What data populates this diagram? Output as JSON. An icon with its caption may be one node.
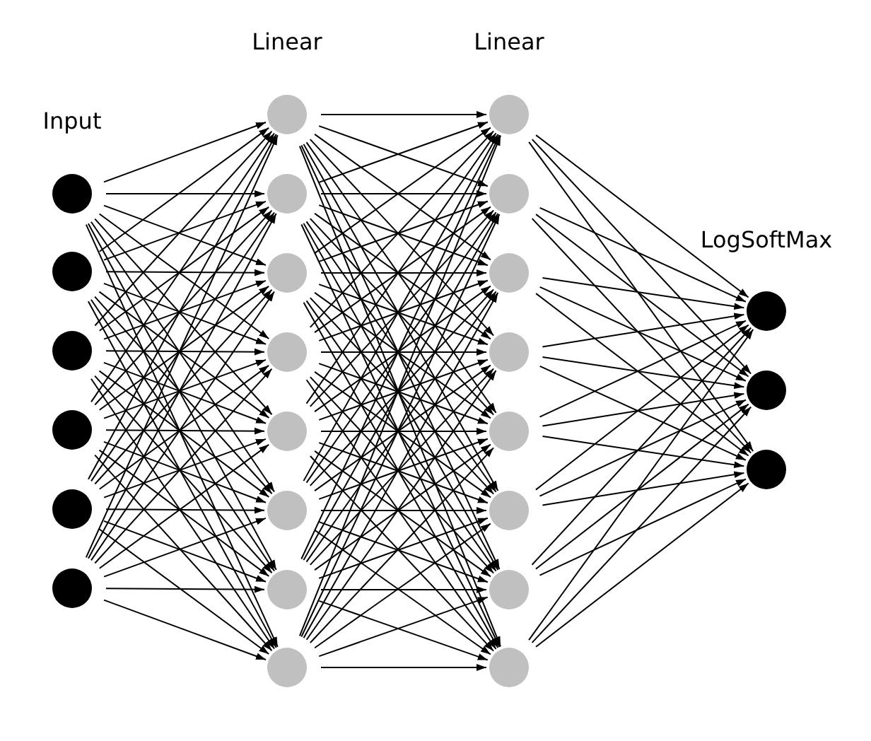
{
  "diagram": {
    "nodes": [
      {
        "text": [],
        "shape": "circle"
      },
      {
        "text": [],
        "shape": "circle"
      },
      {
        "text": [],
        "shape": "circle"
      },
      {
        "text": [],
        "shape": "circle"
      },
      {
        "text": [],
        "shape": "circle"
      },
      {
        "text": [],
        "shape": "circle"
      },
      {
        "text": [],
        "shape": "circle"
      },
      {
        "text": [],
        "shape": "circle"
      },
      {
        "text": [],
        "shape": "circle"
      },
      {
        "text": [],
        "shape": "circle"
      },
      {
        "text": [],
        "shape": "circle"
      },
      {
        "text": [],
        "shape": "circle"
      },
      {
        "text": [],
        "shape": "circle"
      },
      {
        "text": [],
        "shape": "circle"
      },
      {
        "text": [],
        "shape": "circle"
      },
      {
        "text": [],
        "shape": "circle"
      },
      {
        "text": [],
        "shape": "circle"
      },
      {
        "text": [],
        "shape": "circle"
      },
      {
        "text": [],
        "shape": "circle"
      },
      {
        "text": [],
        "shape": "circle"
      },
      {
        "text": [],
        "shape": "circle"
      },
      {
        "text": [],
        "shape": "circle"
      },
      {
        "text": [],
        "shape": "circle"
      },
      {
        "text": [],
        "shape": "circle"
      },
      {
        "text": [],
        "shape": "circle"
      }
    ],
    "edges": [
      {
        "from": 0,
        "to": 6,
        "arrow": "to"
      },
      {
        "from": 0,
        "to": 7,
        "arrow": "to"
      },
      {
        "from": 0,
        "to": 8,
        "arrow": "to"
      },
      {
        "from": 0,
        "to": 9,
        "arrow": "to"
      },
      {
        "from": 0,
        "to": 10,
        "arrow": "to"
      },
      {
        "from": 0,
        "to": 11,
        "arrow": "to"
      },
      {
        "from": 0,
        "to": 12,
        "arrow": "to"
      },
      {
        "from": 0,
        "to": 13,
        "arrow": "to"
      },
      {
        "from": 1,
        "to": 6,
        "arrow": "to"
      },
      {
        "from": 1,
        "to": 7,
        "arrow": "to"
      },
      {
        "from": 1,
        "to": 8,
        "arrow": "to"
      },
      {
        "from": 1,
        "to": 9,
        "arrow": "to"
      },
      {
        "from": 1,
        "to": 10,
        "arrow": "to"
      },
      {
        "from": 1,
        "to": 11,
        "arrow": "to"
      },
      {
        "from": 1,
        "to": 12,
        "arrow": "to"
      },
      {
        "from": 1,
        "to": 13,
        "arrow": "to"
      },
      {
        "from": 2,
        "to": 6,
        "arrow": "to"
      },
      {
        "from": 2,
        "to": 7,
        "arrow": "to"
      },
      {
        "from": 2,
        "to": 8,
        "arrow": "to"
      },
      {
        "from": 2,
        "to": 9,
        "arrow": "to"
      },
      {
        "from": 2,
        "to": 10,
        "arrow": "to"
      },
      {
        "from": 2,
        "to": 11,
        "arrow": "to"
      },
      {
        "from": 2,
        "to": 12,
        "arrow": "to"
      },
      {
        "from": 2,
        "to": 13,
        "arrow": "to"
      },
      {
        "from": 3,
        "to": 6,
        "arrow": "to"
      },
      {
        "from": 3,
        "to": 7,
        "arrow": "to"
      },
      {
        "from": 3,
        "to": 8,
        "arrow": "to"
      },
      {
        "from": 3,
        "to": 9,
        "arrow": "to"
      },
      {
        "from": 3,
        "to": 10,
        "arrow": "to"
      },
      {
        "from": 3,
        "to": 11,
        "arrow": "to"
      },
      {
        "from": 3,
        "to": 12,
        "arrow": "to"
      },
      {
        "from": 3,
        "to": 13,
        "arrow": "to"
      },
      {
        "from": 4,
        "to": 6,
        "arrow": "to"
      },
      {
        "from": 4,
        "to": 7,
        "arrow": "to"
      },
      {
        "from": 4,
        "to": 8,
        "arrow": "to"
      },
      {
        "from": 4,
        "to": 9,
        "arrow": "to"
      },
      {
        "from": 4,
        "to": 10,
        "arrow": "to"
      },
      {
        "from": 4,
        "to": 11,
        "arrow": "to"
      },
      {
        "from": 4,
        "to": 12,
        "arrow": "to"
      },
      {
        "from": 4,
        "to": 13,
        "arrow": "to"
      },
      {
        "from": 5,
        "to": 6,
        "arrow": "to"
      },
      {
        "from": 5,
        "to": 7,
        "arrow": "to"
      },
      {
        "from": 5,
        "to": 8,
        "arrow": "to"
      },
      {
        "from": 5,
        "to": 9,
        "arrow": "to"
      },
      {
        "from": 5,
        "to": 10,
        "arrow": "to"
      },
      {
        "from": 5,
        "to": 11,
        "arrow": "to"
      },
      {
        "from": 5,
        "to": 12,
        "arrow": "to"
      },
      {
        "from": 5,
        "to": 13,
        "arrow": "to"
      },
      {
        "from": 6,
        "to": 14,
        "arrow": "to"
      },
      {
        "from": 6,
        "to": 15,
        "arrow": "to"
      },
      {
        "from": 6,
        "to": 16,
        "arrow": "to"
      },
      {
        "from": 6,
        "to": 17,
        "arrow": "to"
      },
      {
        "from": 6,
        "to": 18,
        "arrow": "to"
      },
      {
        "from": 6,
        "to": 19,
        "arrow": "to"
      },
      {
        "from": 6,
        "to": 20,
        "arrow": "to"
      },
      {
        "from": 6,
        "to": 21,
        "arrow": "to"
      },
      {
        "from": 7,
        "to": 14,
        "arrow": "to"
      },
      {
        "from": 7,
        "to": 15,
        "arrow": "to"
      },
      {
        "from": 7,
        "to": 16,
        "arrow": "to"
      },
      {
        "from": 7,
        "to": 17,
        "arrow": "to"
      },
      {
        "from": 7,
        "to": 18,
        "arrow": "to"
      },
      {
        "from": 7,
        "to": 19,
        "arrow": "to"
      },
      {
        "from": 7,
        "to": 20,
        "arrow": "to"
      },
      {
        "from": 7,
        "to": 21,
        "arrow": "to"
      },
      {
        "from": 8,
        "to": 14,
        "arrow": "to"
      },
      {
        "from": 8,
        "to": 15,
        "arrow": "to"
      },
      {
        "from": 8,
        "to": 16,
        "arrow": "to"
      },
      {
        "from": 8,
        "to": 17,
        "arrow": "to"
      },
      {
        "from": 8,
        "to": 18,
        "arrow": "to"
      },
      {
        "from": 8,
        "to": 19,
        "arrow": "to"
      },
      {
        "from": 8,
        "to": 20,
        "arrow": "to"
      },
      {
        "from": 8,
        "to": 21,
        "arrow": "to"
      },
      {
        "from": 9,
        "to": 14,
        "arrow": "to"
      },
      {
        "from": 9,
        "to": 15,
        "arrow": "to"
      },
      {
        "from": 9,
        "to": 16,
        "arrow": "to"
      },
      {
        "from": 9,
        "to": 17,
        "arrow": "to"
      },
      {
        "from": 9,
        "to": 18,
        "arrow": "to"
      },
      {
        "from": 9,
        "to": 19,
        "arrow": "to"
      },
      {
        "from": 9,
        "to": 20,
        "arrow": "to"
      },
      {
        "from": 9,
        "to": 21,
        "arrow": "to"
      },
      {
        "from": 10,
        "to": 14,
        "arrow": "to"
      },
      {
        "from": 10,
        "to": 15,
        "arrow": "to"
      },
      {
        "from": 10,
        "to": 16,
        "arrow": "to"
      },
      {
        "from": 10,
        "to": 17,
        "arrow": "to"
      },
      {
        "from": 10,
        "to": 18,
        "arrow": "to"
      },
      {
        "from": 10,
        "to": 19,
        "arrow": "to"
      },
      {
        "from": 10,
        "to": 20,
        "arrow": "to"
      },
      {
        "from": 10,
        "to": 21,
        "arrow": "to"
      },
      {
        "from": 11,
        "to": 14,
        "arrow": "to"
      },
      {
        "from": 11,
        "to": 15,
        "arrow": "to"
      },
      {
        "from": 11,
        "to": 16,
        "arrow": "to"
      },
      {
        "from": 11,
        "to": 17,
        "arrow": "to"
      },
      {
        "from": 11,
        "to": 18,
        "arrow": "to"
      },
      {
        "from": 11,
        "to": 19,
        "arrow": "to"
      },
      {
        "from": 11,
        "to": 20,
        "arrow": "to"
      },
      {
        "from": 11,
        "to": 21,
        "arrow": "to"
      },
      {
        "from": 12,
        "to": 14,
        "arrow": "to"
      },
      {
        "from": 12,
        "to": 15,
        "arrow": "to"
      },
      {
        "from": 12,
        "to": 16,
        "arrow": "to"
      },
      {
        "from": 12,
        "to": 17,
        "arrow": "to"
      },
      {
        "from": 12,
        "to": 18,
        "arrow": "to"
      },
      {
        "from": 12,
        "to": 19,
        "arrow": "to"
      },
      {
        "from": 12,
        "to": 20,
        "arrow": "to"
      },
      {
        "from": 12,
        "to": 21,
        "arrow": "to"
      },
      {
        "from": 13,
        "to": 14,
        "arrow": "to"
      },
      {
        "from": 13,
        "to": 15,
        "arrow": "to"
      },
      {
        "from": 13,
        "to": 16,
        "arrow": "to"
      },
      {
        "from": 13,
        "to": 17,
        "arrow": "to"
      },
      {
        "from": 13,
        "to": 18,
        "arrow": "to"
      },
      {
        "from": 13,
        "to": 19,
        "arrow": "to"
      },
      {
        "from": 13,
        "to": 20,
        "arrow": "to"
      },
      {
        "from": 13,
        "to": 21,
        "arrow": "to"
      },
      {
        "from": 14,
        "to": 22,
        "arrow": "to"
      },
      {
        "from": 14,
        "to": 23,
        "arrow": "to"
      },
      {
        "from": 14,
        "to": 24,
        "arrow": "to"
      },
      {
        "from": 15,
        "to": 22,
        "arrow": "to"
      },
      {
        "from": 15,
        "to": 23,
        "arrow": "to"
      },
      {
        "from": 15,
        "to": 24,
        "arrow": "to"
      },
      {
        "from": 16,
        "to": 22,
        "arrow": "to"
      },
      {
        "from": 16,
        "to": 23,
        "arrow": "to"
      },
      {
        "from": 16,
        "to": 24,
        "arrow": "to"
      },
      {
        "from": 17,
        "to": 22,
        "arrow": "to"
      },
      {
        "from": 17,
        "to": 23,
        "arrow": "to"
      },
      {
        "from": 17,
        "to": 24,
        "arrow": "to"
      },
      {
        "from": 18,
        "to": 22,
        "arrow": "to"
      },
      {
        "from": 18,
        "to": 23,
        "arrow": "to"
      },
      {
        "from": 18,
        "to": 24,
        "arrow": "to"
      },
      {
        "from": 19,
        "to": 22,
        "arrow": "to"
      },
      {
        "from": 19,
        "to": 23,
        "arrow": "to"
      },
      {
        "from": 19,
        "to": 24,
        "arrow": "to"
      },
      {
        "from": 20,
        "to": 22,
        "arrow": "to"
      },
      {
        "from": 20,
        "to": 23,
        "arrow": "to"
      },
      {
        "from": 20,
        "to": 24,
        "arrow": "to"
      },
      {
        "from": 21,
        "to": 22,
        "arrow": "to"
      },
      {
        "from": 21,
        "to": 23,
        "arrow": "to"
      },
      {
        "from": 21,
        "to": 24,
        "arrow": "to"
      }
    ],
    "labels": [
      "Linear",
      "Linear",
      "Input",
      "LogSoftMax"
    ]
  }
}
